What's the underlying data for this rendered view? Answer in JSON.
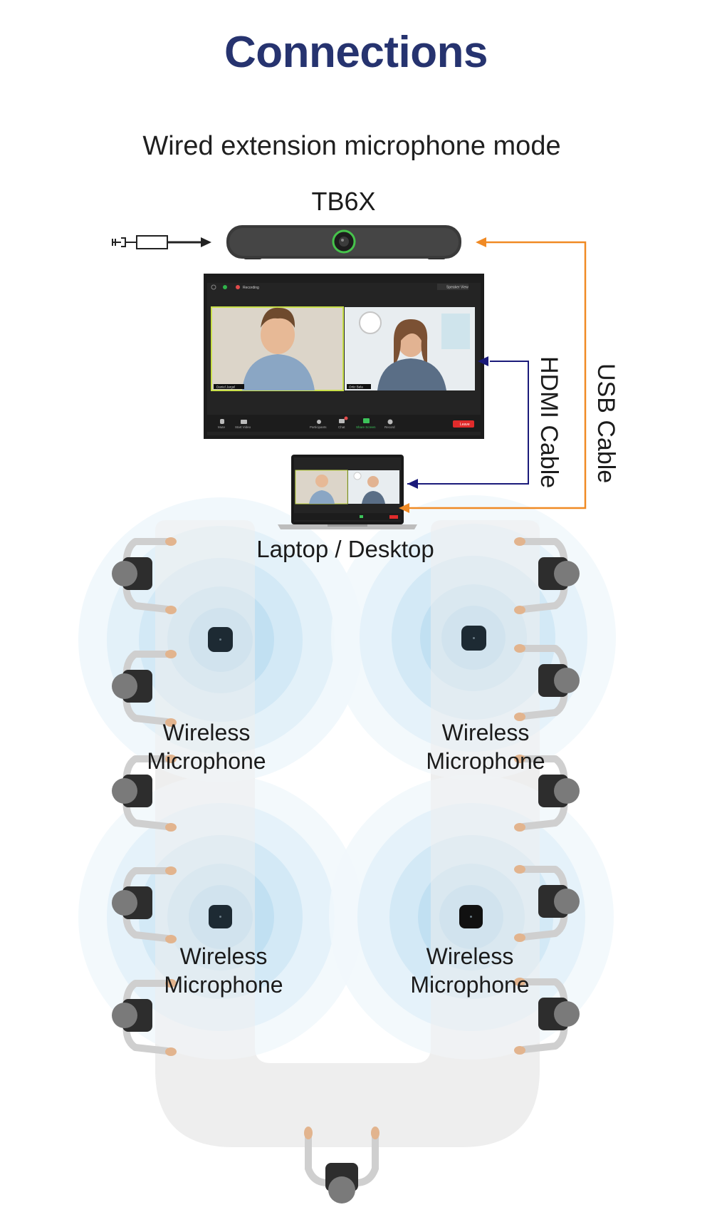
{
  "title": "Connections",
  "mode": "Wired extension microphone mode",
  "device": {
    "name": "TB6X"
  },
  "laptop": {
    "label": "Laptop / Desktop"
  },
  "cables": {
    "hdmi": "HDMI Cable",
    "usb": "USB Cable"
  },
  "microphones": [
    {
      "line1": "Wireless",
      "line2": "Microphone"
    },
    {
      "line1": "Wireless",
      "line2": "Microphone"
    },
    {
      "line1": "Wireless",
      "line2": "Microphone"
    },
    {
      "line1": "Wireless",
      "line2": "Microphone"
    }
  ],
  "colors": {
    "title": "#26336f",
    "hdmi": "#1a1a7a",
    "usb": "#f08a24",
    "ring": "#d6ecf8",
    "table": "#ececec"
  },
  "screen": {
    "recording": "Recording",
    "speaker_view": "Speaker View",
    "participant_1": "Daniel Jargel",
    "participant_2": "Ortiz Bela",
    "toolbar": [
      "Mute",
      "Start Video",
      "Participants",
      "Chat",
      "Share Screen",
      "Record"
    ],
    "leave": "Leave"
  },
  "icons": [
    "power-plug-icon",
    "camera-lens-icon",
    "person-icon",
    "microphone-puck-icon"
  ]
}
